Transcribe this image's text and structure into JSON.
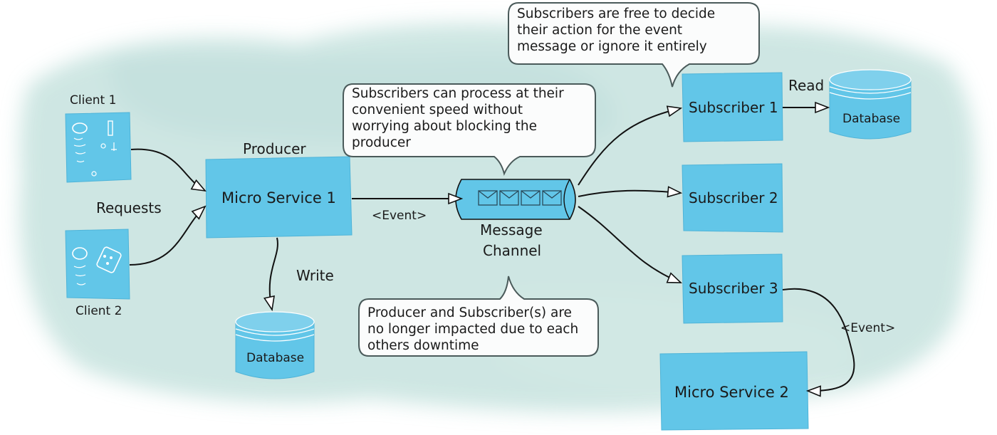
{
  "clients": [
    {
      "label": "Client 1"
    },
    {
      "label": "Client 2"
    }
  ],
  "requests_label": "Requests",
  "producer": {
    "title": "Producer",
    "service_label": "Micro Service 1",
    "write_label": "Write",
    "database_label": "Database"
  },
  "channel": {
    "event_label": "<Event>",
    "label_line1": "Message",
    "label_line2": "Channel"
  },
  "subscribers": [
    {
      "label": "Subscriber 1"
    },
    {
      "label": "Subscriber 2"
    },
    {
      "label": "Subscriber 3"
    }
  ],
  "subscriber1_db": {
    "read_label": "Read",
    "database_label": "Database"
  },
  "subscriber3_event_label": "<Event>",
  "microservice2_label": "Micro Service 2",
  "callouts": {
    "top": [
      "Subscribers are free to decide",
      "their action for the event",
      "message or ignore it entirely"
    ],
    "middle": [
      "Subscribers can process at their",
      "convenient speed without",
      "worrying about blocking the",
      "producer"
    ],
    "bottom": [
      "Producer and Subscriber(s) are",
      "no longer impacted due to each",
      "others downtime"
    ]
  },
  "colors": {
    "box_fill": "#62c6e8",
    "box_stroke": "#4fb4d8",
    "wash": "#c9e4e0",
    "arrow": "#111111",
    "bubble_stroke": "#4a5a5a"
  }
}
